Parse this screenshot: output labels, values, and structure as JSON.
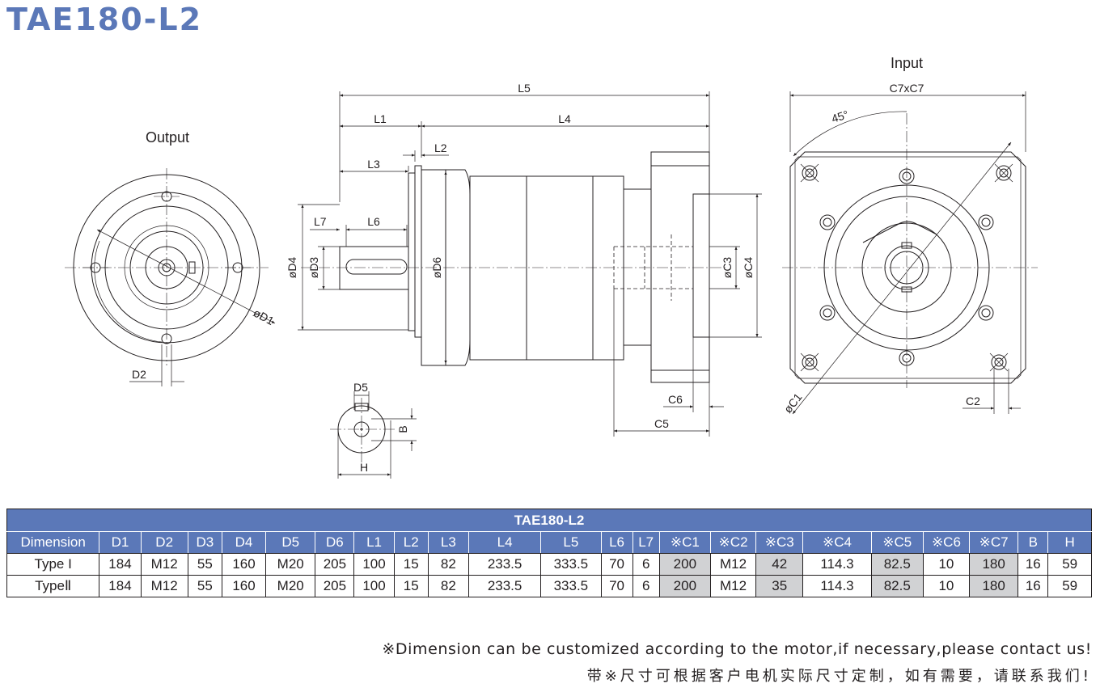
{
  "title": "TAE180-L2",
  "drawing": {
    "output_label": "Output",
    "input_label": "Input",
    "labels": {
      "L5": "L5",
      "L1": "L1",
      "L4": "L4",
      "L2": "L2",
      "L3": "L3",
      "L7": "L7",
      "L6": "L6",
      "D1": "øD1",
      "D2": "D2",
      "D3": "øD3",
      "D4": "øD4",
      "D6": "øD6",
      "D5": "D5",
      "C1": "øC1",
      "C2": "C2",
      "C3": "øC3",
      "C4": "øC4",
      "C5": "C5",
      "C6": "C6",
      "C7": "C7xC7",
      "B": "B",
      "H": "H",
      "angle": "45°"
    }
  },
  "table": {
    "title": "TAE180-L2",
    "headers": [
      "Dimension",
      "D1",
      "D2",
      "D3",
      "D4",
      "D5",
      "D6",
      "L1",
      "L2",
      "L3",
      "L4",
      "L5",
      "L6",
      "L7",
      "※C1",
      "※C2",
      "※C3",
      "※C4",
      "※C5",
      "※C6",
      "※C7",
      "B",
      "H"
    ],
    "rows": [
      [
        "Type I",
        "184",
        "M12",
        "55",
        "160",
        "M20",
        "205",
        "100",
        "15",
        "82",
        "233.5",
        "333.5",
        "70",
        "6",
        "200",
        "M12",
        "42",
        "114.3",
        "82.5",
        "10",
        "180",
        "16",
        "59"
      ],
      [
        "TypeⅡ",
        "184",
        "M12",
        "55",
        "160",
        "M20",
        "205",
        "100",
        "15",
        "82",
        "233.5",
        "333.5",
        "70",
        "6",
        "200",
        "M12",
        "35",
        "114.3",
        "82.5",
        "10",
        "180",
        "16",
        "59"
      ]
    ],
    "highlight_color": "#d1d2d4",
    "header_color": "#5b78b8"
  },
  "notes": {
    "english": "※Dimension can be customized according to the motor,if necessary,please contact us!",
    "chinese": "带※尺寸可根据客户电机实际尺寸定制，如有需要，请联系我们!"
  }
}
